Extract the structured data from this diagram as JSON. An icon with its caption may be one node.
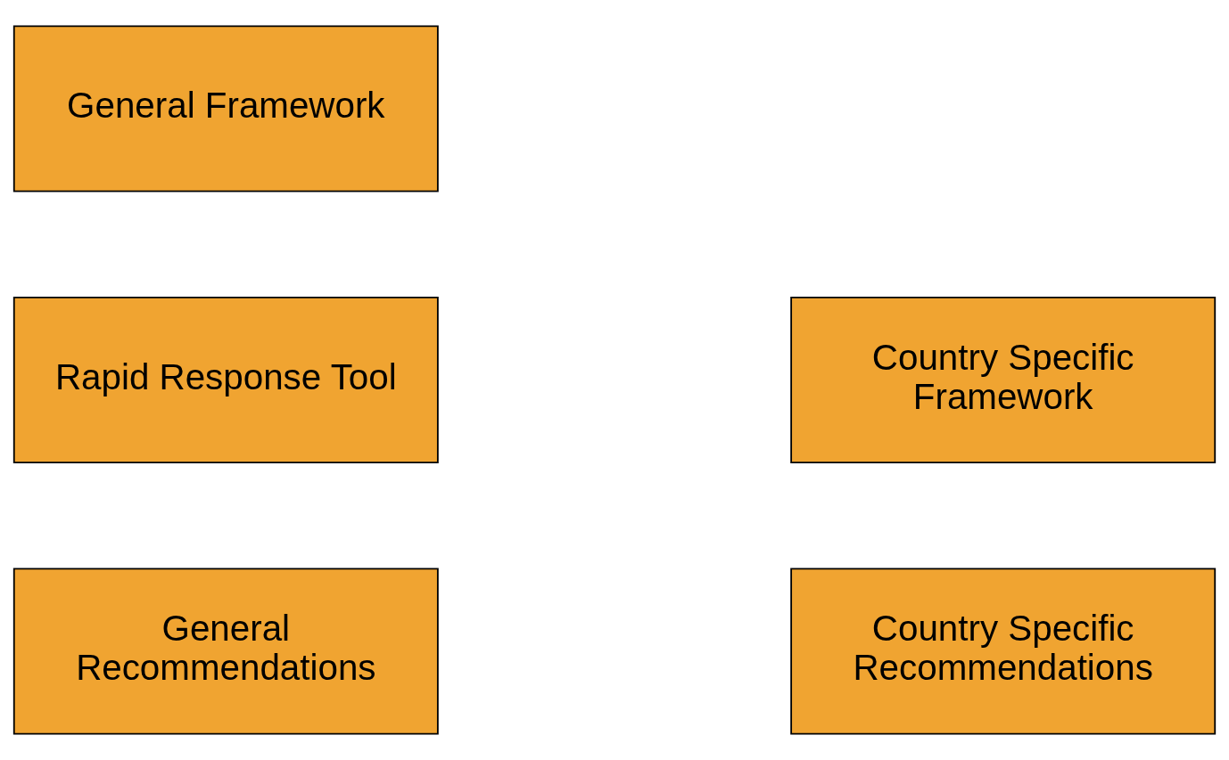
{
  "diagram": {
    "nodes": [
      {
        "text": [
          "General Framework"
        ]
      },
      {
        "text": [
          "Rapid Response Tool"
        ]
      },
      {
        "text": [
          "General Recommendations"
        ]
      },
      {
        "text": [
          "Country Specific Framework"
        ]
      },
      {
        "text": [
          "Country Specific Recommendations"
        ]
      }
    ]
  }
}
